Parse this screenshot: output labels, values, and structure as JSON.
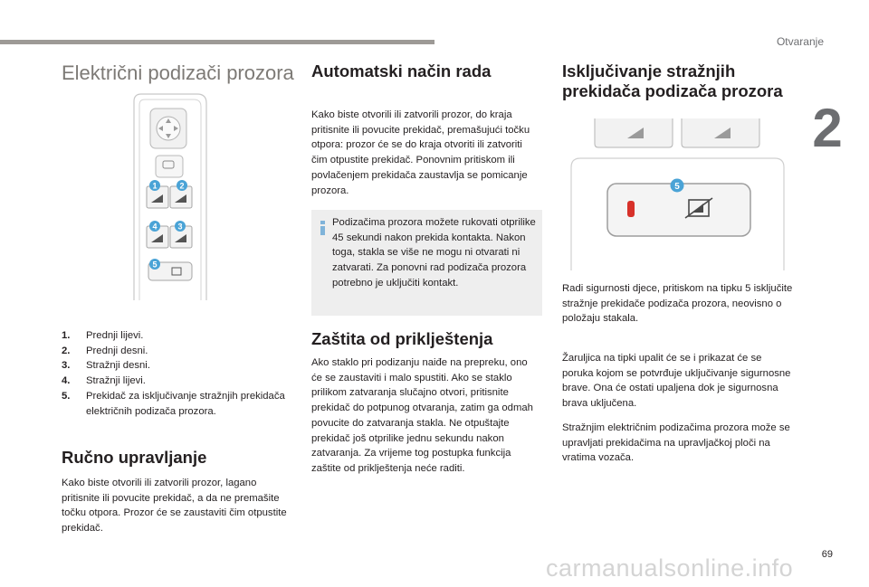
{
  "header": {
    "section": "Otvaranje",
    "chapter": "2"
  },
  "col1": {
    "title": "Električni podizači prozora",
    "figure_badges": [
      "1",
      "2",
      "4",
      "3",
      "5"
    ],
    "items": [
      {
        "num": "1.",
        "text": "Prednji lijevi."
      },
      {
        "num": "2.",
        "text": "Prednji desni."
      },
      {
        "num": "3.",
        "text": "Stražnji desni."
      },
      {
        "num": "4.",
        "text": "Stražnji lijevi."
      },
      {
        "num": "5.",
        "text": "Prekidač za isključivanje stražnjih prekidača električnih podizača prozora."
      }
    ],
    "manual_heading": "Ručno upravljanje",
    "manual_text": "Kako biste otvorili ili zatvorili prozor, lagano pritisnite ili povucite prekidač, a da ne premašite točku otpora. Prozor će se zaustaviti čim otpustite prekidač."
  },
  "col2": {
    "auto_heading": "Automatski način rada",
    "auto_text": "Kako biste otvorili ili zatvorili prozor, do kraja pritisnite ili povucite prekidač, premašujući točku otpora: prozor će se do kraja otvoriti ili zatvoriti čim otpustite prekidač. Ponovnim pritiskom ili povlačenjem prekidača zaustavlja se pomicanje prozora.",
    "note_text": "Podizačima prozora možete rukovati otprilike 45 sekundi nakon prekida kontakta. Nakon toga, stakla se više ne mogu ni otvarati ni zatvarati. Za ponovni rad podizača prozora potrebno je uključiti kontakt.",
    "pinch_heading": "Zaštita od priklještenja",
    "pinch_text": "Ako staklo pri podizanju naiđe na prepreku, ono će se zaustaviti i malo spustiti. Ako se staklo prilikom zatvaranja slučajno otvori, pritisnite prekidač do potpunog otvaranja, zatim ga odmah povucite do zatvaranja stakla. Ne otpuštajte prekidač još otprilike jednu sekundu nakon zatvaranja. Za vrijeme tog postupka funkcija zaštite od priklještenja neće raditi."
  },
  "col3": {
    "heading": "Isključivanje stražnjih prekidača podizača prozora",
    "figure_badge": "5",
    "para1": "Radi sigurnosti djece, pritiskom na tipku 5 isključite stražnje prekidače podizača prozora, neovisno o položaju stakala.",
    "para2": "Žaruljica na tipki upalit će se i prikazat će se poruka kojom se potvrđuje uključivanje sigurnosne brave. Ona će ostati upaljena dok je sigurnosna brava uključena.",
    "para3": "Stražnjim električnim podizačima prozora može se upravljati prekidačima na upravljačkoj ploči na vratima vozača."
  },
  "footer": {
    "page_number": "69",
    "watermark": "carmanualsonline.info"
  },
  "colors": {
    "badge": "#4aa3d6",
    "led": "#d7312a",
    "note_bg": "#eeeeee",
    "title_gray": "#7d7a76"
  }
}
